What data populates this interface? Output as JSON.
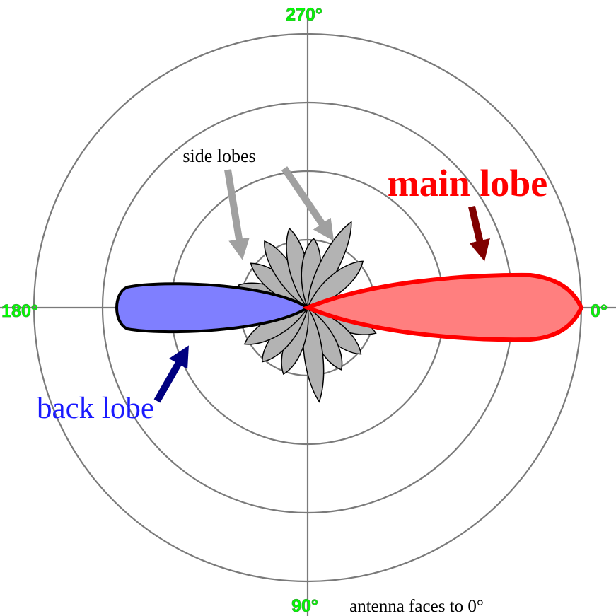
{
  "angles": {
    "deg_0": "0°",
    "deg_90": "90°",
    "deg_180": "180°",
    "deg_270": "270°"
  },
  "labels": {
    "main_lobe": "main lobe",
    "back_lobe": "back lobe",
    "side_lobes": "side lobes",
    "orientation_note": "antenna faces to 0°"
  },
  "colors": {
    "main_lobe_fill": "#ff7f7f",
    "main_lobe_stroke": "#ff0000",
    "main_lobe_arrow": "#800000",
    "back_lobe_fill": "#7f7fff",
    "back_lobe_text": "#1a1aff",
    "back_lobe_arrow": "#000080",
    "side_lobe_fill": "#b3b3b3",
    "side_lobe_arrow": "#a0a0a0",
    "angle_label": "#00ff00",
    "grid": "#7a7a7a"
  }
}
